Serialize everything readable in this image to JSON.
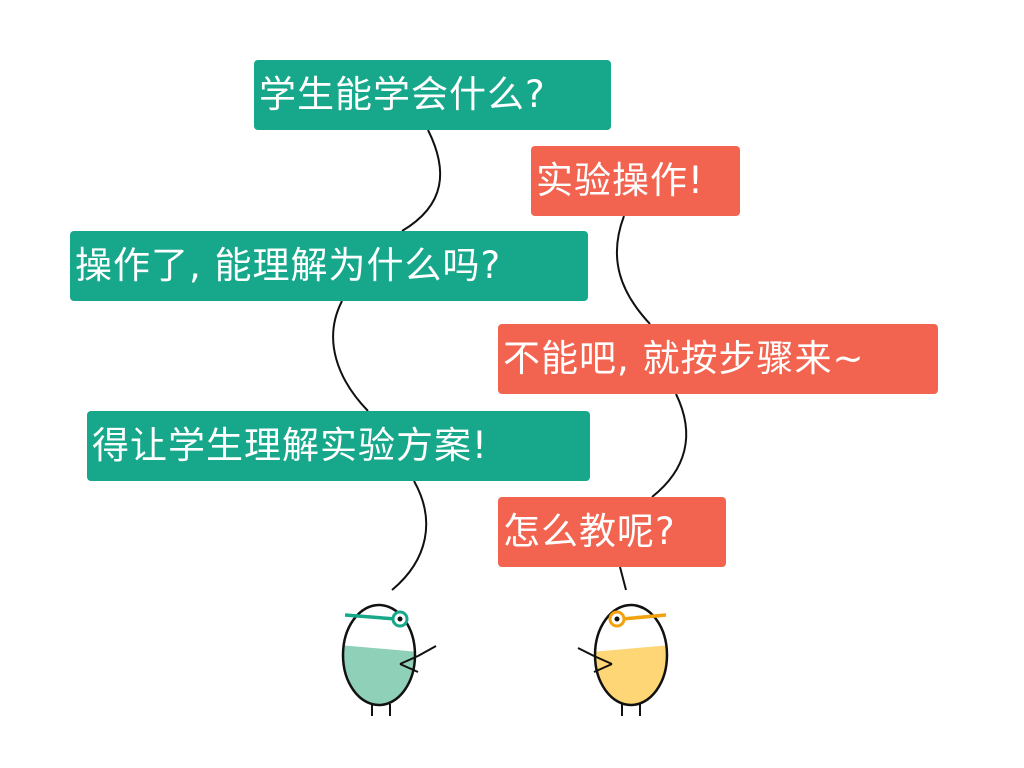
{
  "colors": {
    "green": "#17a88b",
    "red": "#f2644f",
    "green_fill": "#8ed0b8",
    "yellow_fill": "#fed675",
    "orange_accent": "#f2a20c",
    "line": "#111111",
    "background": "#ffffff"
  },
  "dialogue": [
    {
      "speaker": "green",
      "text": "学生能学会什么?"
    },
    {
      "speaker": "orange",
      "text": "实验操作!"
    },
    {
      "speaker": "green",
      "text": "操作了, 能理解为什么吗?"
    },
    {
      "speaker": "orange",
      "text": "不能吧, 就按步骤来~"
    },
    {
      "speaker": "green",
      "text": "得让学生理解实验方案!"
    },
    {
      "speaker": "orange",
      "text": "怎么教呢?"
    }
  ],
  "characters": {
    "left": {
      "icon": "green-egg-character-icon",
      "glasses_color": "#17a88b"
    },
    "right": {
      "icon": "yellow-egg-character-icon",
      "glasses_color": "#f2a20c"
    }
  }
}
